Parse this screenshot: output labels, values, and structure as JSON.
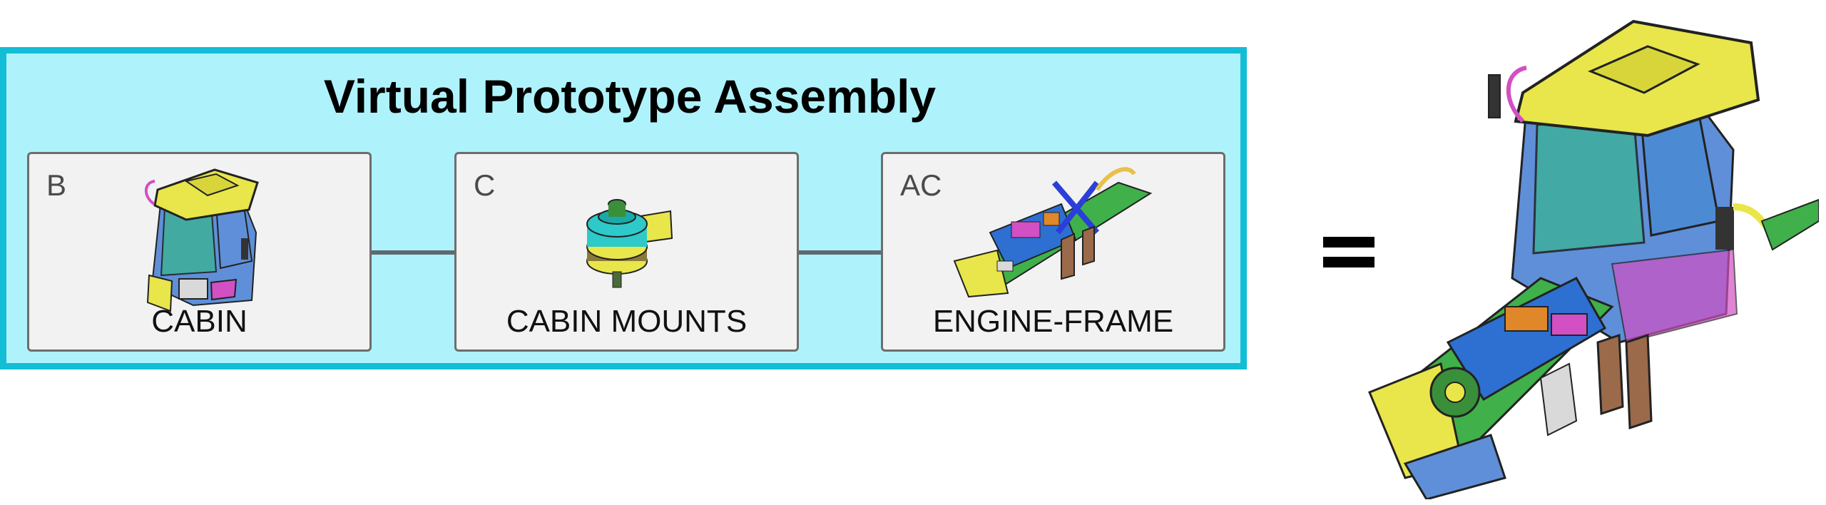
{
  "diagram": {
    "title": "Virtual Prototype Assembly",
    "components": [
      {
        "code": "B",
        "name": "CABIN"
      },
      {
        "code": "C",
        "name": "CABIN MOUNTS"
      },
      {
        "code": "AC",
        "name": "ENGINE-FRAME"
      }
    ],
    "operator": "="
  },
  "colors": {
    "panel_fill": "#aef3fc",
    "panel_border": "#13bdd6",
    "card_fill": "#f2f2f2",
    "card_border": "#6d6d6d",
    "model_yellow": "#e8e64a",
    "model_blue": "#5f8fd8",
    "model_green": "#3fb04a",
    "model_teal": "#2ec9c9",
    "model_magenta": "#d24fc4",
    "model_orange": "#e0872a",
    "model_brown": "#9a6a4a"
  },
  "icons": [
    "cabin-model-icon",
    "cabin-mounts-model-icon",
    "engine-frame-model-icon",
    "complete-vehicle-model-icon"
  ]
}
